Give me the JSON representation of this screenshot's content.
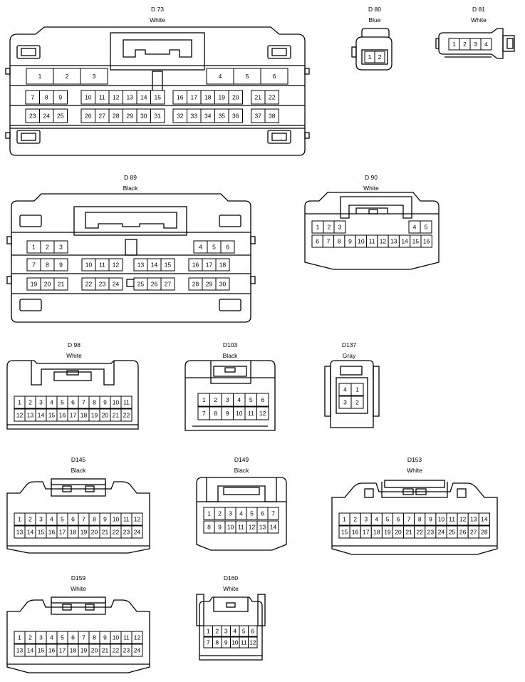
{
  "connectors": {
    "d73": {
      "name": "D 73",
      "color": "White",
      "pins": {
        "r1": [
          "1",
          "2",
          "3",
          "4",
          "5",
          "6"
        ],
        "r2": [
          "7",
          "8",
          "9",
          "10",
          "11",
          "12",
          "13",
          "14",
          "15",
          "16",
          "17",
          "18",
          "19",
          "20",
          "21",
          "22"
        ],
        "r3": [
          "23",
          "24",
          "25",
          "26",
          "27",
          "28",
          "29",
          "30",
          "31",
          "32",
          "33",
          "34",
          "35",
          "36",
          "37",
          "38"
        ]
      }
    },
    "d80": {
      "name": "D 80",
      "color": "Blue",
      "pins": {
        "r1": [
          "1",
          "2"
        ]
      }
    },
    "d81": {
      "name": "D 81",
      "color": "White",
      "pins": {
        "r1": [
          "1",
          "2",
          "3",
          "4"
        ]
      }
    },
    "d89": {
      "name": "D 89",
      "color": "Black",
      "pins": {
        "r1": [
          "1",
          "2",
          "3",
          "4",
          "5",
          "6"
        ],
        "r2": [
          "7",
          "8",
          "9",
          "10",
          "11",
          "12",
          "13",
          "14",
          "15",
          "16",
          "17",
          "18"
        ],
        "r3": [
          "19",
          "20",
          "21",
          "22",
          "23",
          "24",
          "25",
          "26",
          "27",
          "28",
          "29",
          "30"
        ]
      }
    },
    "d90": {
      "name": "D 90",
      "color": "White",
      "pins": {
        "r1": [
          "1",
          "2",
          "3",
          "4",
          "5"
        ],
        "r2": [
          "6",
          "7",
          "8",
          "9",
          "10",
          "11",
          "12",
          "13",
          "14",
          "15",
          "16"
        ]
      }
    },
    "d98": {
      "name": "D 98",
      "color": "White",
      "pins": {
        "r1": [
          "1",
          "2",
          "3",
          "4",
          "5",
          "6",
          "7",
          "8",
          "9",
          "10",
          "11"
        ],
        "r2": [
          "12",
          "13",
          "14",
          "15",
          "16",
          "17",
          "18",
          "19",
          "20",
          "21",
          "22"
        ]
      }
    },
    "d103": {
      "name": "D103",
      "color": "Black",
      "pins": {
        "r1": [
          "1",
          "2",
          "3",
          "4",
          "5",
          "6"
        ],
        "r2": [
          "7",
          "8",
          "9",
          "10",
          "11",
          "12"
        ]
      }
    },
    "d137": {
      "name": "D137",
      "color": "Gray",
      "pins": {
        "r1": [
          "4",
          "1"
        ],
        "r2": [
          "3",
          "2"
        ]
      }
    },
    "d145": {
      "name": "D145",
      "color": "Black",
      "pins": {
        "r1": [
          "1",
          "2",
          "3",
          "4",
          "5",
          "6",
          "7",
          "8",
          "9",
          "10",
          "11",
          "12"
        ],
        "r2": [
          "13",
          "14",
          "15",
          "16",
          "17",
          "18",
          "19",
          "20",
          "21",
          "22",
          "23",
          "24"
        ]
      }
    },
    "d149": {
      "name": "D149",
      "color": "Black",
      "pins": {
        "r1": [
          "1",
          "2",
          "3",
          "4",
          "5",
          "6",
          "7"
        ],
        "r2": [
          "8",
          "9",
          "10",
          "11",
          "12",
          "13",
          "14"
        ]
      }
    },
    "d153": {
      "name": "D153",
      "color": "White",
      "pins": {
        "r1": [
          "1",
          "2",
          "3",
          "4",
          "5",
          "6",
          "7",
          "8",
          "9",
          "10",
          "11",
          "12",
          "13",
          "14"
        ],
        "r2": [
          "15",
          "16",
          "17",
          "18",
          "19",
          "20",
          "21",
          "22",
          "23",
          "24",
          "25",
          "26",
          "27",
          "28"
        ]
      }
    },
    "d159": {
      "name": "D159",
      "color": "White",
      "pins": {
        "r1": [
          "1",
          "2",
          "3",
          "4",
          "5",
          "6",
          "7",
          "8",
          "9",
          "10",
          "11",
          "12"
        ],
        "r2": [
          "13",
          "14",
          "15",
          "16",
          "17",
          "18",
          "19",
          "20",
          "21",
          "22",
          "23",
          "24"
        ]
      }
    },
    "d160": {
      "name": "D160",
      "color": "White",
      "pins": {
        "r1": [
          "1",
          "2",
          "3",
          "4",
          "5",
          "6"
        ],
        "r2": [
          "7",
          "8",
          "9",
          "10",
          "11",
          "12"
        ]
      }
    }
  }
}
